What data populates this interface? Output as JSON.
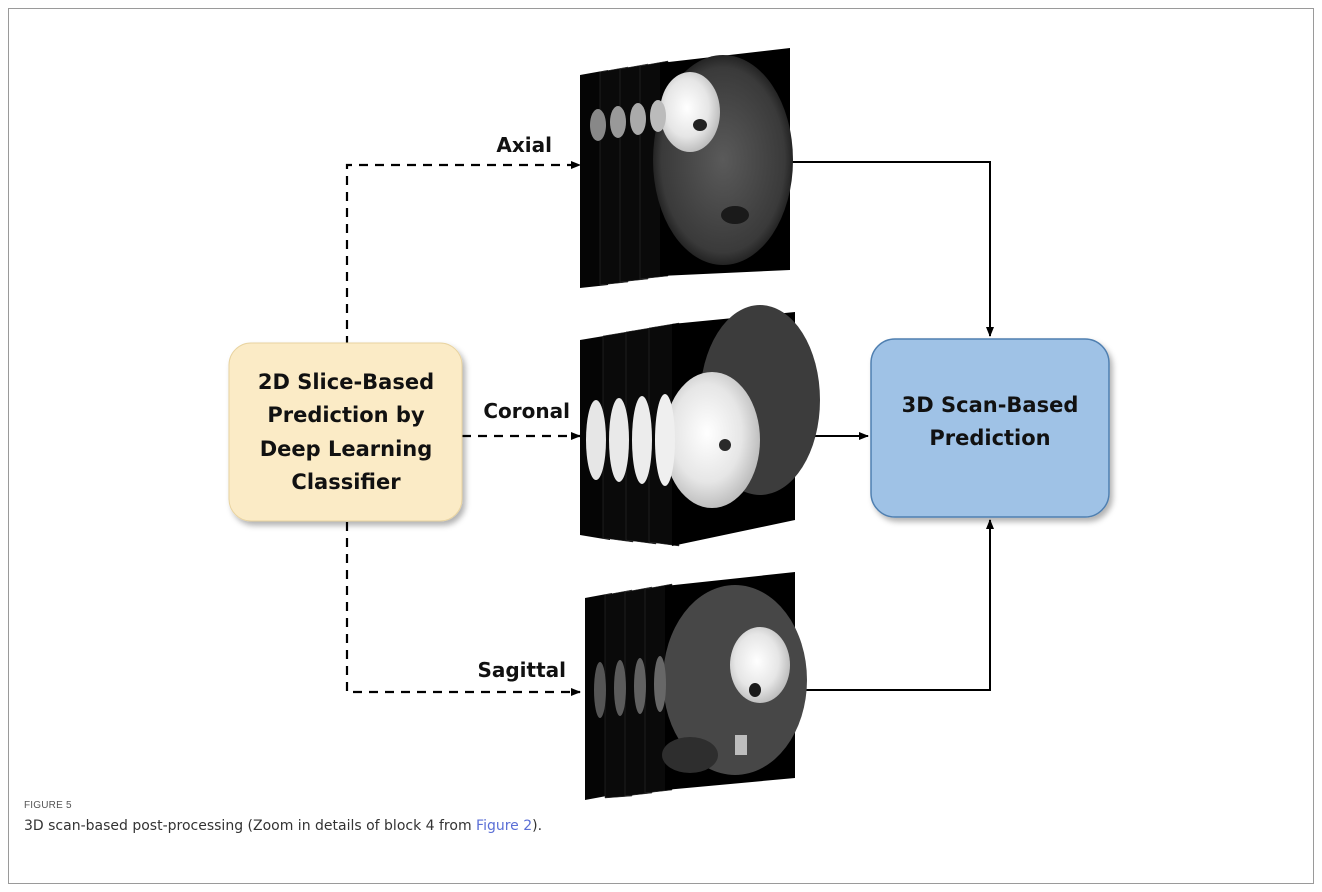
{
  "diagram": {
    "source_box": {
      "lines": [
        "2D Slice-Based",
        "Prediction by",
        "Deep Learning",
        "Classifier"
      ],
      "fill": "#fbebc6",
      "stroke": "#e8d3a0"
    },
    "target_box": {
      "lines": [
        "3D Scan-Based",
        "Prediction"
      ],
      "fill": "#9fc2e6",
      "stroke": "#4f7fb0"
    },
    "views": [
      {
        "label": "Axial"
      },
      {
        "label": "Coronal"
      },
      {
        "label": "Sagittal"
      }
    ]
  },
  "caption": {
    "figure_label": "FIGURE 5",
    "text_before": "3D scan-based post-processing (Zoom in details of block 4 from ",
    "link_text": "Figure 2",
    "text_after": ")."
  }
}
